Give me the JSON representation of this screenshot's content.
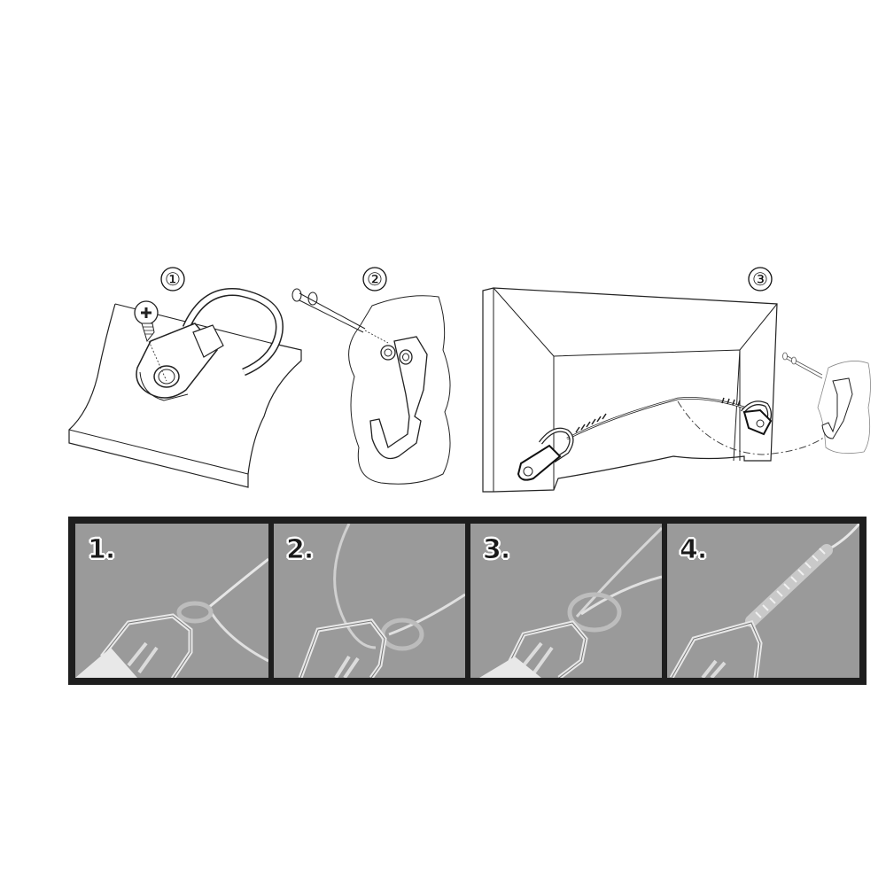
{
  "diagram": {
    "title": "",
    "illustrations": [
      {
        "step_label": "①",
        "description": "Screw D-ring hanger into frame back"
      },
      {
        "step_label": "②",
        "description": "Nail hook hanger into wall"
      },
      {
        "step_label": "③",
        "description": "Wire strung between two D-rings on frame, hung on wall hook"
      }
    ],
    "photo_steps": [
      {
        "label": "1.",
        "description": "Thread wire through D-ring"
      },
      {
        "label": "2.",
        "description": "Loop wire back through ring"
      },
      {
        "label": "3.",
        "description": "Pass wire end through loop"
      },
      {
        "label": "4.",
        "description": "Twist wire end around main wire"
      }
    ],
    "colors": {
      "line": "#1a1a1a",
      "strip_border": "#1e1e1e",
      "photo_bg": "#9a9a9a",
      "wire": "#e8e8e8"
    }
  }
}
